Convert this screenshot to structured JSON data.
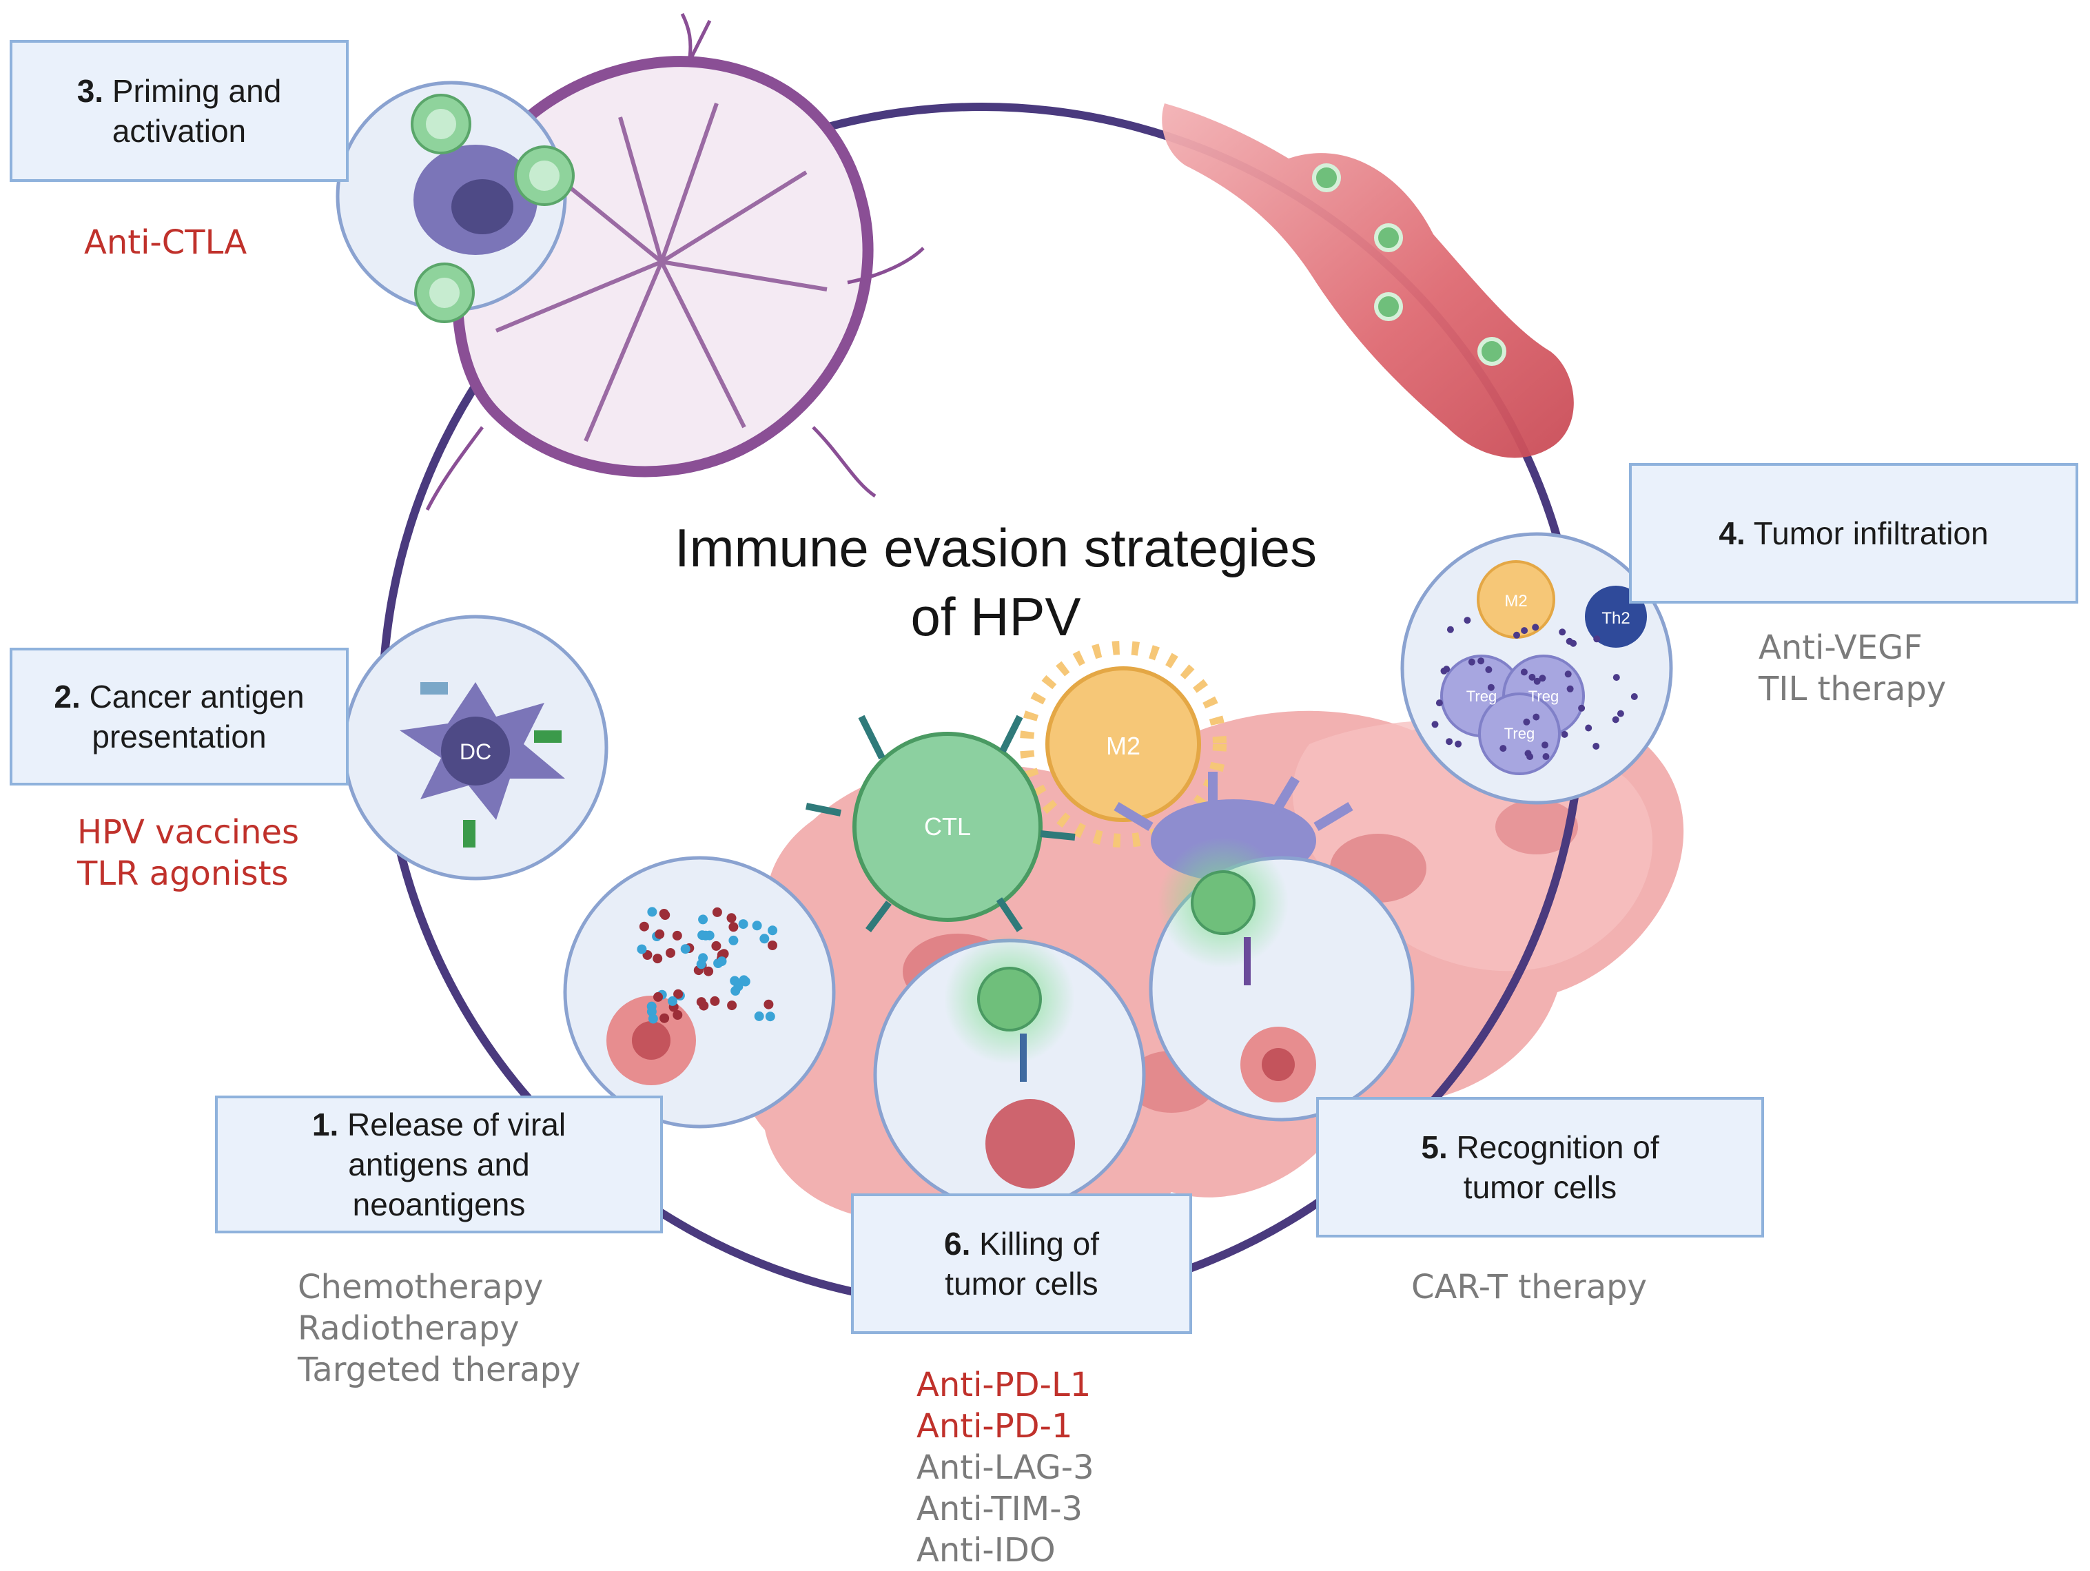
{
  "title": {
    "line1": "Immune evasion strategies",
    "line2": "of HPV"
  },
  "steps": [
    {
      "num": "1.",
      "text_line1": "Release of viral",
      "text_line2": "antigens and",
      "text_line3": "neoantigens",
      "therapies": [
        {
          "text": "Chemotherapy",
          "color": "gray"
        },
        {
          "text": "Radiotherapy",
          "color": "gray"
        },
        {
          "text": "Targeted therapy",
          "color": "gray"
        }
      ]
    },
    {
      "num": "2.",
      "text_line1": "Cancer antigen",
      "text_line2": "presentation",
      "therapies": [
        {
          "text": "HPV vaccines",
          "color": "red"
        },
        {
          "text": "TLR agonists",
          "color": "red"
        }
      ]
    },
    {
      "num": "3.",
      "text_line1": "Priming and",
      "text_line2": "activation",
      "therapies": [
        {
          "text": "Anti-CTLA",
          "color": "red"
        }
      ]
    },
    {
      "num": "4.",
      "text_line1": "Tumor infiltration",
      "therapies": [
        {
          "text": "Anti-VEGF",
          "color": "gray"
        },
        {
          "text": "TIL therapy",
          "color": "gray"
        }
      ]
    },
    {
      "num": "5.",
      "text_line1": "Recognition of",
      "text_line2": "tumor cells",
      "therapies": [
        {
          "text": "CAR-T therapy",
          "color": "gray"
        }
      ]
    },
    {
      "num": "6.",
      "text_line1": "Killing of",
      "text_line2": "tumor cells",
      "therapies": [
        {
          "text": "Anti-PD-L1",
          "color": "red"
        },
        {
          "text": "Anti-PD-1",
          "color": "red"
        },
        {
          "text": "Anti-LAG-3",
          "color": "gray"
        },
        {
          "text": "Anti-TIM-3",
          "color": "gray"
        },
        {
          "text": "Anti-IDO",
          "color": "gray"
        }
      ]
    }
  ],
  "cell_labels": {
    "dc": "DC",
    "ctl": "CTL",
    "m2": "M2",
    "m2_small": "M2",
    "th2": "Th2",
    "treg": "Treg"
  },
  "colors": {
    "therapy_red": "#c0312b",
    "therapy_gray": "#7b7b7b",
    "box_fill": "#eaf1fb",
    "box_border": "#8fb2dc",
    "cycle_ring": "#4a3a7e"
  }
}
